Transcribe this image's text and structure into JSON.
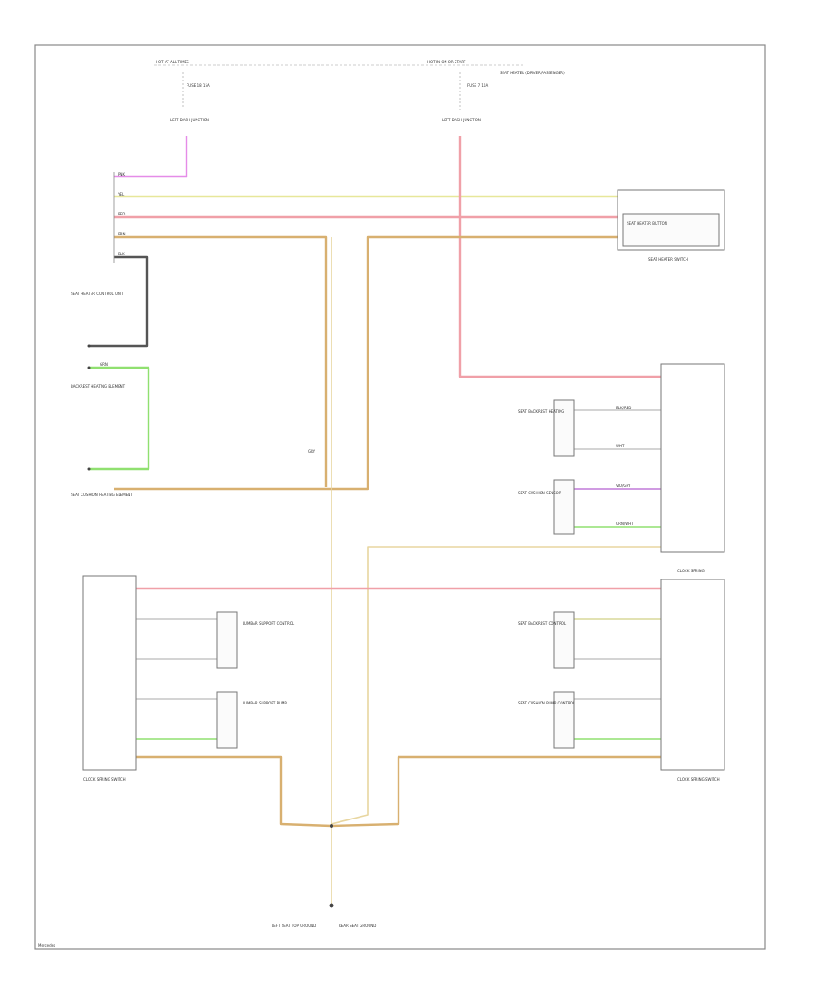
{
  "diagram": {
    "top_labels": {
      "left_bus": "HOT AT ALL TIMES",
      "right_bus": "HOT IN ON OR START",
      "left_fuse": "FUSE 18 15A",
      "right_fuse": "FUSE 7 10A",
      "right_fuse_note": "SEAT HEATER (DRIVER/PASSENGER)",
      "left_junction": "LEFT DASH JUNCTION",
      "right_junction": "LEFT DASH JUNCTION"
    },
    "wire_colors": {
      "pnk": "#e58ce8",
      "yel": "#e7e79a",
      "red": "#f0a0a8",
      "brn": "#d8b070",
      "blk": "#555555",
      "grn": "#90e070",
      "vio": "#c07ad8",
      "tan": "#e8d6a0",
      "gry": "#b8b8b8"
    },
    "wire_labels": {
      "pnk": "PNK",
      "yel": "YEL",
      "red": "RED",
      "brn": "BRN",
      "blk": "BLK",
      "grn": "GRN",
      "vio": "VIO/GRY",
      "grnwht": "GRN/WHT",
      "blkred": "BLK/RED",
      "wht": "WHT",
      "gry": "GRY"
    },
    "components": {
      "seat_switch": "SEAT HEATER SWITCH",
      "seat_switch_inner": "SEAT HEATER BUTTON",
      "seat_heater_control": "SEAT HEATER CONTROL UNIT",
      "backrest_element": "BACKREST HEATING ELEMENT",
      "cushion_element": "SEAT CUSHION HEATING ELEMENT",
      "right_backrest": "SEAT BACKREST HEATING",
      "right_cushion": "SEAT CUSHION SENSOR",
      "left_seat_switch": "CLOCK SPRING SWITCH",
      "right_seat_switch": "CLOCK SPRING SWITCH",
      "right_seat_label": "CLOCK SPRING",
      "lumbar_upper": "LUMBAR SUPPORT CONTROL",
      "lumbar_lower": "LUMBAR SUPPORT PUMP",
      "right_lumbar_upper": "SEAT BACKREST CONTROL",
      "right_lumbar_lower": "SEAT CUSHION PUMP CONTROL",
      "ground_left": "LEFT SEAT TOP GROUND",
      "ground_right": "REAR SEAT GROUND",
      "footer": "Mercedes"
    }
  }
}
